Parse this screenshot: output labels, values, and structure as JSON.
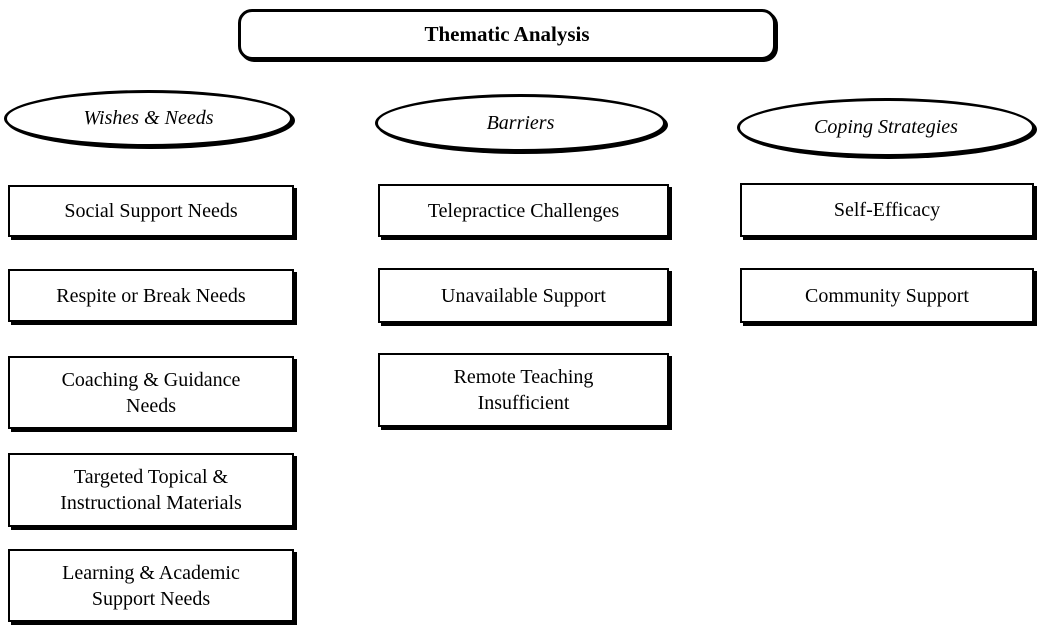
{
  "diagram": {
    "title": "Thematic Analysis",
    "columns": [
      {
        "category": "Wishes & Needs",
        "items": [
          "Social Support Needs",
          "Respite or Break Needs",
          "Coaching & Guidance\nNeeds",
          "Targeted Topical &\nInstructional Materials",
          "Learning & Academic\nSupport Needs"
        ]
      },
      {
        "category": "Barriers",
        "items": [
          "Telepractice Challenges",
          "Unavailable Support",
          "Remote Teaching\nInsufficient"
        ]
      },
      {
        "category": "Coping Strategies",
        "items": [
          "Self-Efficacy",
          "Community Support"
        ]
      }
    ],
    "colors": {
      "border": "#000000",
      "background": "#ffffff",
      "text": "#000000"
    }
  }
}
